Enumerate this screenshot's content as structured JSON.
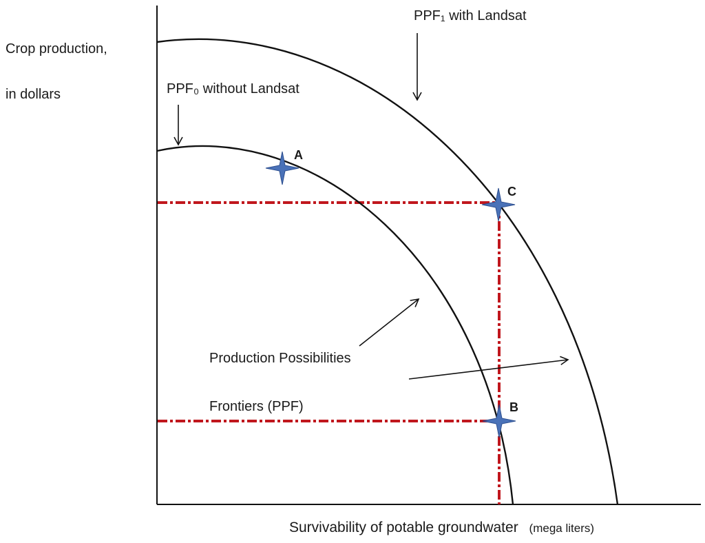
{
  "axes": {
    "y_label_line1": "Crop production,",
    "y_label_line2": "in dollars",
    "x_label": "Survivability of potable groundwater",
    "x_unit": "(mega liters)"
  },
  "curves": {
    "ppf1_label": "PPF₁ with Landsat",
    "ppf0_label": "PPF₀ without Landsat"
  },
  "annotation": {
    "line1": "Production Possibilities",
    "line2": "Frontiers (PPF)"
  },
  "points": {
    "a": "A",
    "b": "B",
    "c": "C"
  },
  "colors": {
    "curve": "#111111",
    "guide_line": "#c0171d",
    "star_fill": "#4a72b8",
    "star_stroke": "#2d4f8f"
  }
}
